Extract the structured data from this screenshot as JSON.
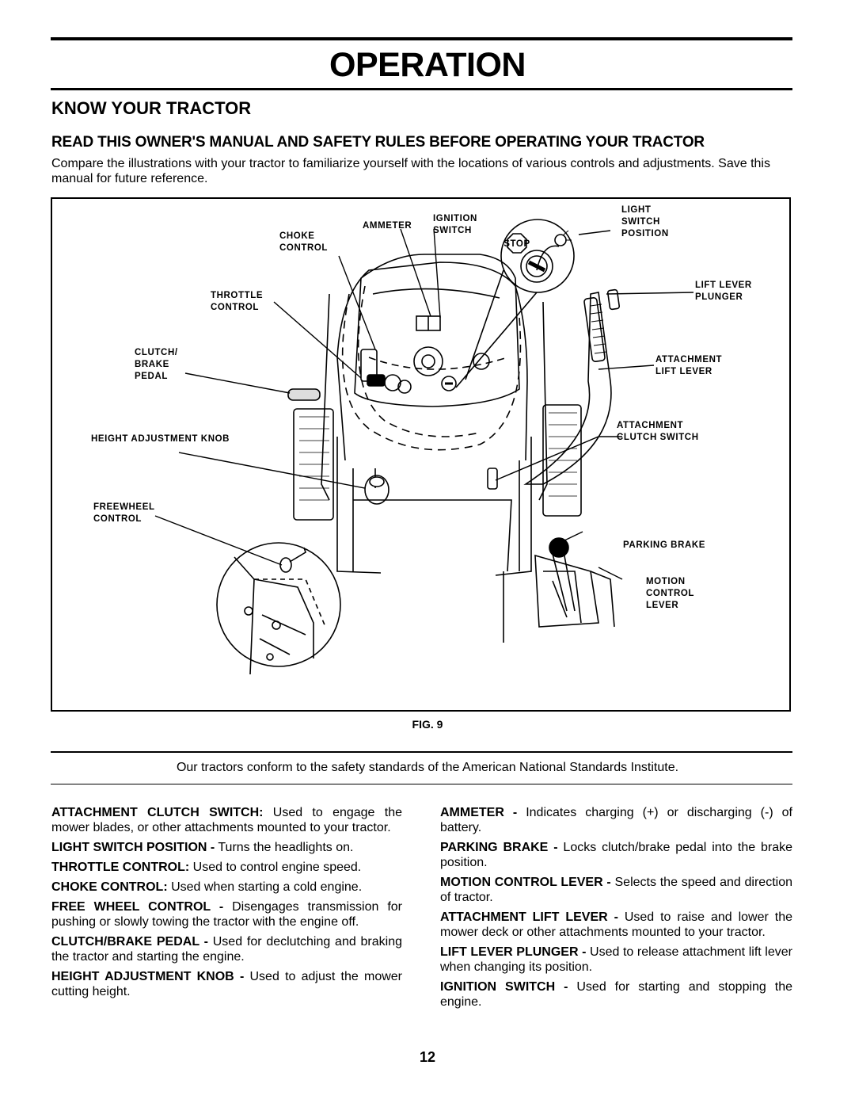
{
  "header": {
    "title": "OPERATION"
  },
  "section": {
    "title": "KNOW YOUR TRACTOR",
    "subhead": "READ THIS OWNER'S MANUAL AND SAFETY RULES BEFORE OPERATING YOUR TRACTOR",
    "intro": "Compare the illustrations with your tractor to familiarize yourself with the locations of various controls and adjustments. Save this manual for future reference."
  },
  "figure": {
    "caption": "FIG. 9",
    "labels": {
      "ammeter": "AMMETER",
      "ignition_1": "IGNITION",
      "ignition_2": "SWITCH",
      "choke_1": "CHOKE",
      "choke_2": "CONTROL",
      "light_1": "LIGHT",
      "light_2": "SWITCH",
      "light_3": "POSITION",
      "throttle_1": "THROTTLE",
      "throttle_2": "CONTROL",
      "plunger_1": "LIFT LEVER",
      "plunger_2": "PLUNGER",
      "clutch_1": "CLUTCH/",
      "clutch_2": "BRAKE",
      "clutch_3": "PEDAL",
      "att_lift_1": "ATTACHMENT",
      "att_lift_2": "LIFT LEVER",
      "att_clutch_1": "ATTACHMENT",
      "att_clutch_2": "CLUTCH SWITCH",
      "height": "HEIGHT ADJUSTMENT KNOB",
      "freewheel_1": "FREEWHEEL",
      "freewheel_2": "CONTROL",
      "parking": "PARKING BRAKE",
      "motion_1": "MOTION",
      "motion_2": "CONTROL",
      "motion_3": "LEVER",
      "stop": "STOP"
    }
  },
  "notice": "Our tractors conform to the safety standards of the American National Standards Institute.",
  "left_items": [
    {
      "term": "ATTACHMENT CLUTCH SWITCH",
      "sep": ":",
      "desc": " Used to engage the mower blades, or other attachments mounted to your tractor."
    },
    {
      "term": "LIGHT SWITCH POSITION",
      "sep": " -",
      "desc": " Turns the headlights on."
    },
    {
      "term": "THROTTLE CONTROL",
      "sep": ":",
      "desc": " Used to control engine speed."
    },
    {
      "term": "CHOKE CONTROL",
      "sep": ":",
      "desc": " Used when starting a cold engine."
    },
    {
      "term": "FREE WHEEL CONTROL",
      "sep": " -",
      "desc": " Disengages transmission for pushing or slowly towing the tractor with the engine off."
    },
    {
      "term": "CLUTCH/BRAKE PEDAL",
      "sep": " -",
      "desc": " Used for declutching and braking the tractor and starting the engine."
    },
    {
      "term": "HEIGHT ADJUSTMENT KNOB",
      "sep": " -",
      "desc": " Used to adjust the mower cutting height."
    }
  ],
  "right_items": [
    {
      "term": "AMMETER",
      "sep": " -",
      "desc": " Indicates charging (+) or discharging (-) of battery."
    },
    {
      "term": "PARKING BRAKE",
      "sep": " -",
      "desc": " Locks clutch/brake pedal into the brake position."
    },
    {
      "term": "MOTION CONTROL LEVER",
      "sep": " -",
      "desc": " Selects the speed and direction of tractor."
    },
    {
      "term": "ATTACHMENT LIFT LEVER",
      "sep": " -",
      "desc": " Used to raise and lower the mower deck or other attachments mounted to your tractor."
    },
    {
      "term": "LIFT LEVER PLUNGER",
      "sep": " -",
      "desc": " Used to release attachment lift lever when changing its position."
    },
    {
      "term": "IGNITION SWITCH",
      "sep": " -",
      "desc": " Used for starting and stopping the engine."
    }
  ],
  "page_number": "12"
}
